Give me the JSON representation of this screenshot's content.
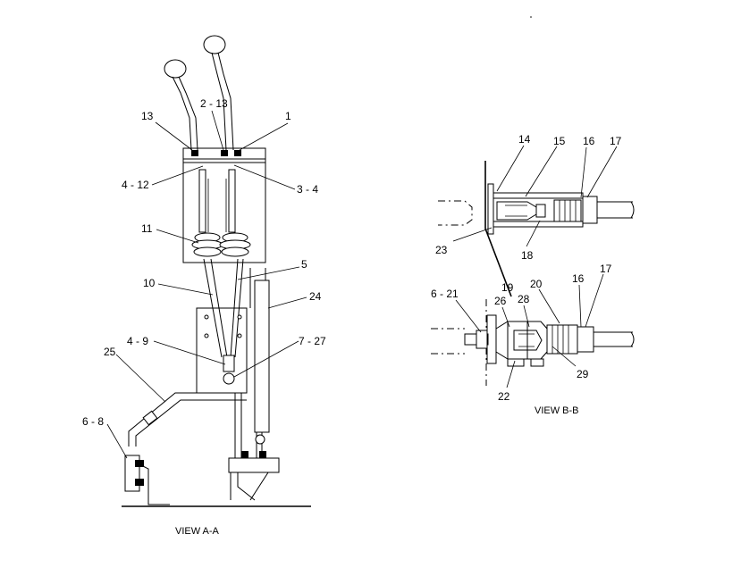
{
  "views": {
    "view_aa": "VIEW A-A",
    "view_bb": "VIEW B-B"
  },
  "callouts_aa": {
    "c13": "13",
    "c2_13": "2 - 13",
    "c1": "1",
    "c4_12": "4 - 12",
    "c3_4": "3 - 4",
    "c11": "11",
    "c5": "5",
    "c10": "10",
    "c24": "24",
    "c4_9": "4 - 9",
    "c7_27": "7 - 27",
    "c25": "25",
    "c6_8": "6 - 8"
  },
  "callouts_bb": {
    "c14": "14",
    "c15": "15",
    "c16a": "16",
    "c17a": "17",
    "c23": "23",
    "c18": "18",
    "c19": "19",
    "c20": "20",
    "c16b": "16",
    "c17b": "17",
    "c6_21": "6 - 21",
    "c26": "26",
    "c28": "28",
    "c22": "22",
    "c29": "29"
  }
}
